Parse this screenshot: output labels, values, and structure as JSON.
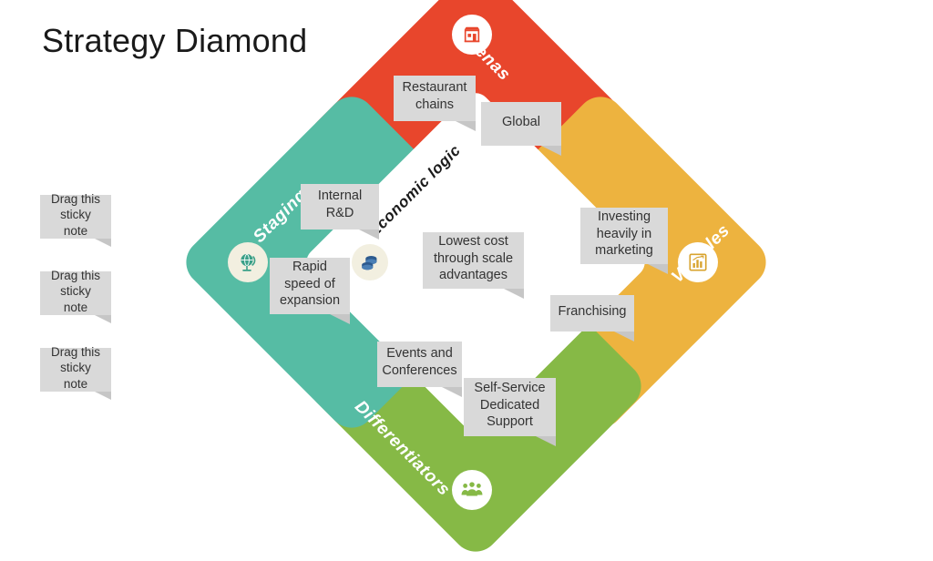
{
  "page": {
    "title": "Strategy Diamond",
    "background_color": "#ffffff"
  },
  "palette": {
    "notes": [
      {
        "text": "Drag this\nsticky note"
      },
      {
        "text": "Drag this\nsticky note"
      },
      {
        "text": "Drag this\nsticky note"
      }
    ]
  },
  "diamond": {
    "colors": {
      "arenas": "#e8462c",
      "vehicles": "#edb33f",
      "differentiators": "#86b946",
      "staging": "#56bca4",
      "economic_logic": "#ffffff",
      "note_fill": "#d9d9d9",
      "note_fold": "#c6c6c6",
      "badge_fill": "#ffffff",
      "badge_fill_alt": "#f2efe0"
    },
    "quadrants": [
      {
        "key": "arenas",
        "label": "Arenas",
        "icon": "storefront-icon",
        "icon_color": "#e8462c",
        "notes": [
          {
            "key": "restaurant-chains",
            "text": "Restaurant\nchains"
          },
          {
            "key": "global",
            "text": "Global"
          }
        ]
      },
      {
        "key": "vehicles",
        "label": "Vehicles",
        "icon": "bar-chart-icon",
        "icon_color": "#d8a32f",
        "notes": [
          {
            "key": "investing-heavily-in-marketing",
            "text": "Investing\nheavily in\nmarketing"
          },
          {
            "key": "franchising",
            "text": "Franchising"
          }
        ]
      },
      {
        "key": "differentiators",
        "label": "Differentiators",
        "icon": "people-group-icon",
        "icon_color": "#86b946",
        "notes": [
          {
            "key": "events-and-conferences",
            "text": "Events and\nConferences"
          },
          {
            "key": "self-service-dedicated-support",
            "text": "Self-Service\nDedicated\nSupport"
          }
        ]
      },
      {
        "key": "staging",
        "label": "Staging",
        "icon": "globe-stand-icon",
        "icon_color": "#3aa088",
        "notes": [
          {
            "key": "internal-rd",
            "text": "Internal\nR&D"
          },
          {
            "key": "rapid-speed-of-expansion",
            "text": "Rapid\nspeed of\nexpansion"
          }
        ]
      },
      {
        "key": "economic-logic",
        "label": "Economic logic",
        "icon": "coins-icon",
        "icon_color": "#2d5a8e",
        "notes": [
          {
            "key": "lowest-cost-through-scale-advantages",
            "text": "Lowest cost\nthrough scale\nadvantages"
          }
        ]
      }
    ]
  }
}
